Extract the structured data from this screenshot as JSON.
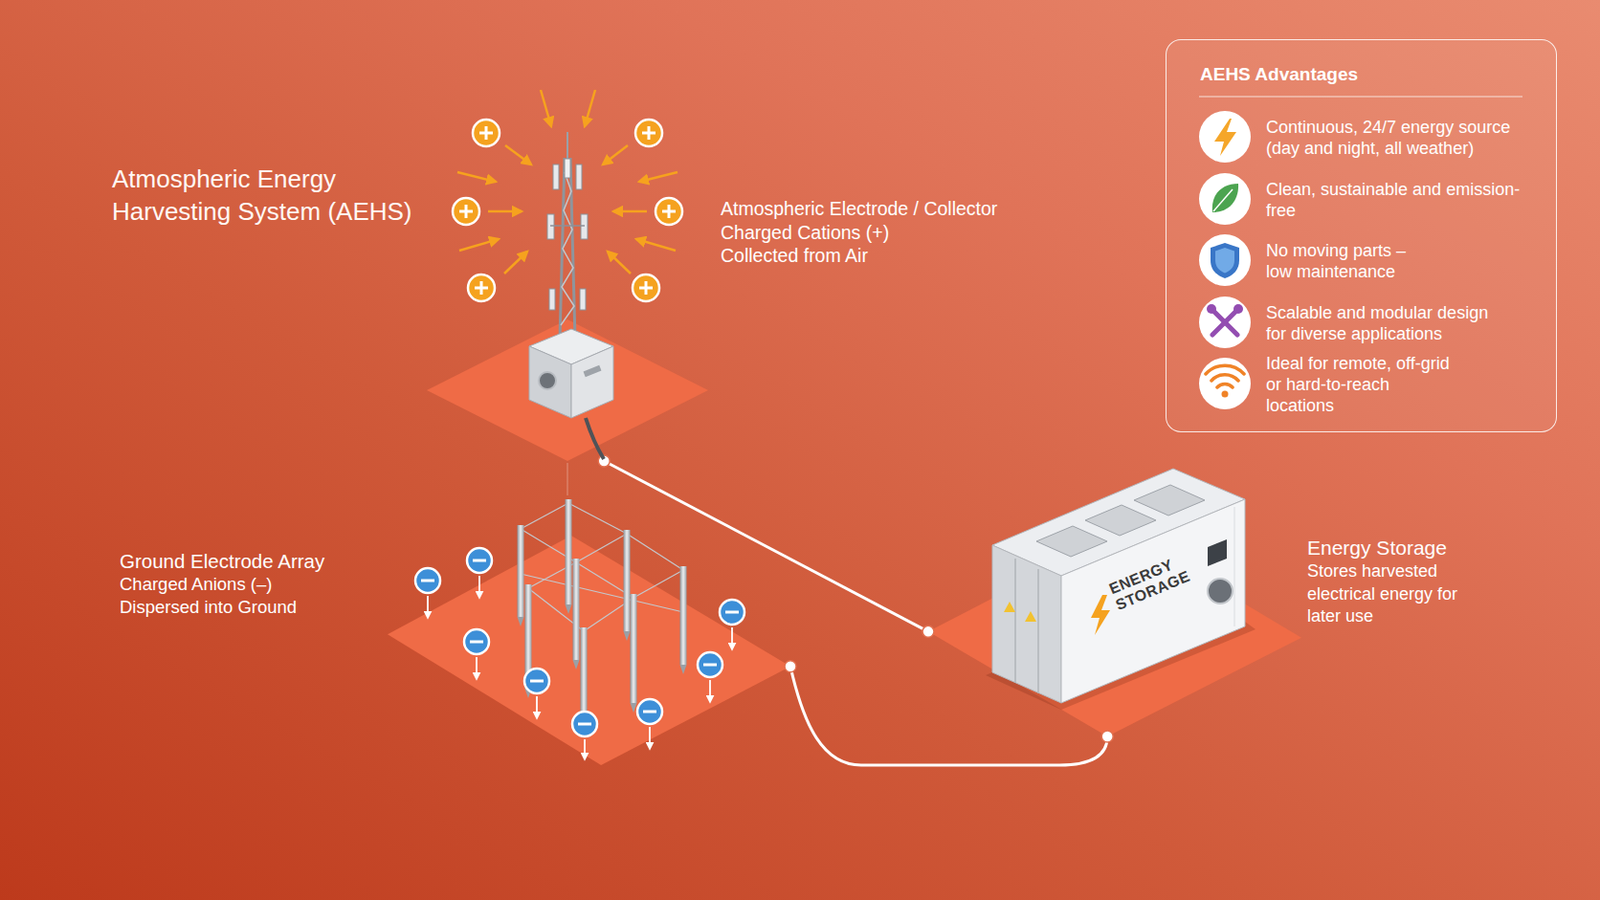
{
  "diagram": {
    "title": "Atmospheric Energy Harvesting System (AEHS)",
    "nodes": [
      {
        "text": [
          "AEHS Advantages",
          "Continuous, 24/7 energy source (day and night, all weather)",
          "Clean, sustainable and emission-free",
          "No moving parts – low maintenance",
          "Scalable and modular design for diverse applications",
          "Ideal for remote, off-grid or hard-to-reach locations"
        ]
      },
      {
        "text": [
          "Atmospheric Electrode / Collector",
          "Charged Cations (+) Collected from Air"
        ]
      },
      {
        "text": [
          "Ground Electrode Array",
          "Charged Anions (–) Dispersed into Ground"
        ]
      },
      {
        "text": [
          "Energy Storage",
          "Stores harvested electrical energy for later use"
        ]
      }
    ],
    "edges": [
      {
        "from": 1,
        "to": 3,
        "arrow": "none"
      },
      {
        "from": 2,
        "to": 3,
        "arrow": "none"
      }
    ],
    "labels": [
      "ENERGY STORAGE"
    ]
  }
}
